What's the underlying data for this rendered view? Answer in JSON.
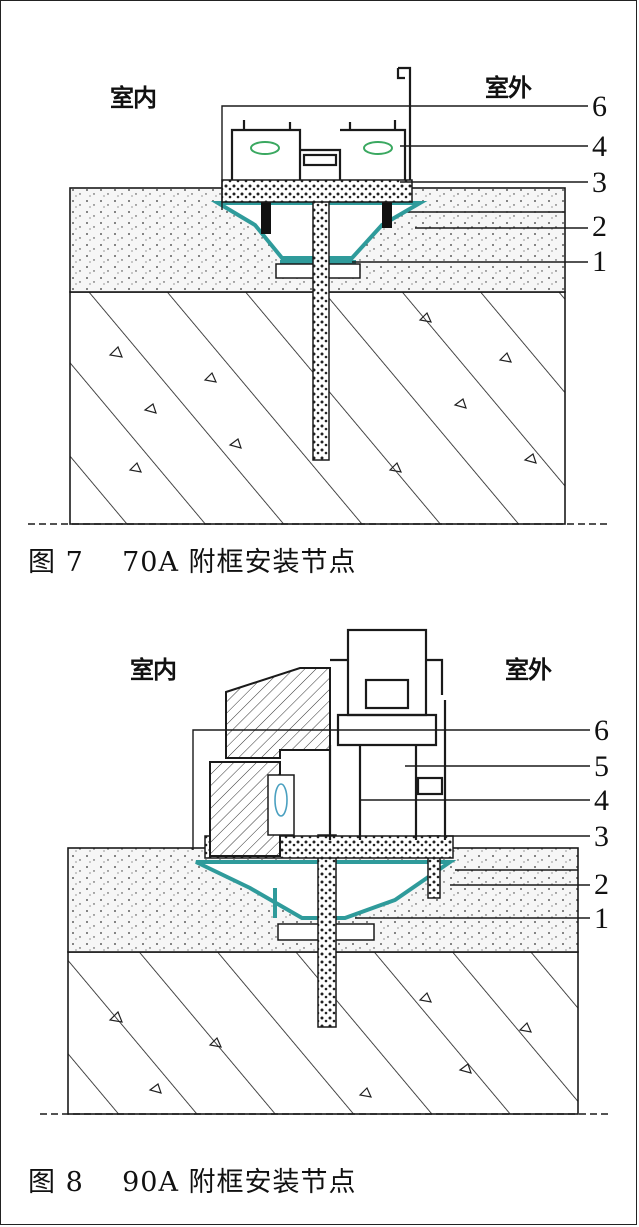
{
  "figures": [
    {
      "caption": "图 7    70A 附框安装节点",
      "indoor_label": "室内",
      "outdoor_label": "室外",
      "callouts": [
        "6",
        "4",
        "3",
        "2",
        "1"
      ]
    },
    {
      "caption": "图 8    90A 附框安装节点",
      "indoor_label": "室内",
      "outdoor_label": "室外",
      "callouts": [
        "6",
        "5",
        "4",
        "3",
        "2",
        "1"
      ]
    }
  ],
  "colors": {
    "line": "#1a1a1a",
    "accent_teal": "#2f9b9b",
    "screed_fill": "#f3f3f3",
    "concrete_fill": "#ffffff"
  }
}
